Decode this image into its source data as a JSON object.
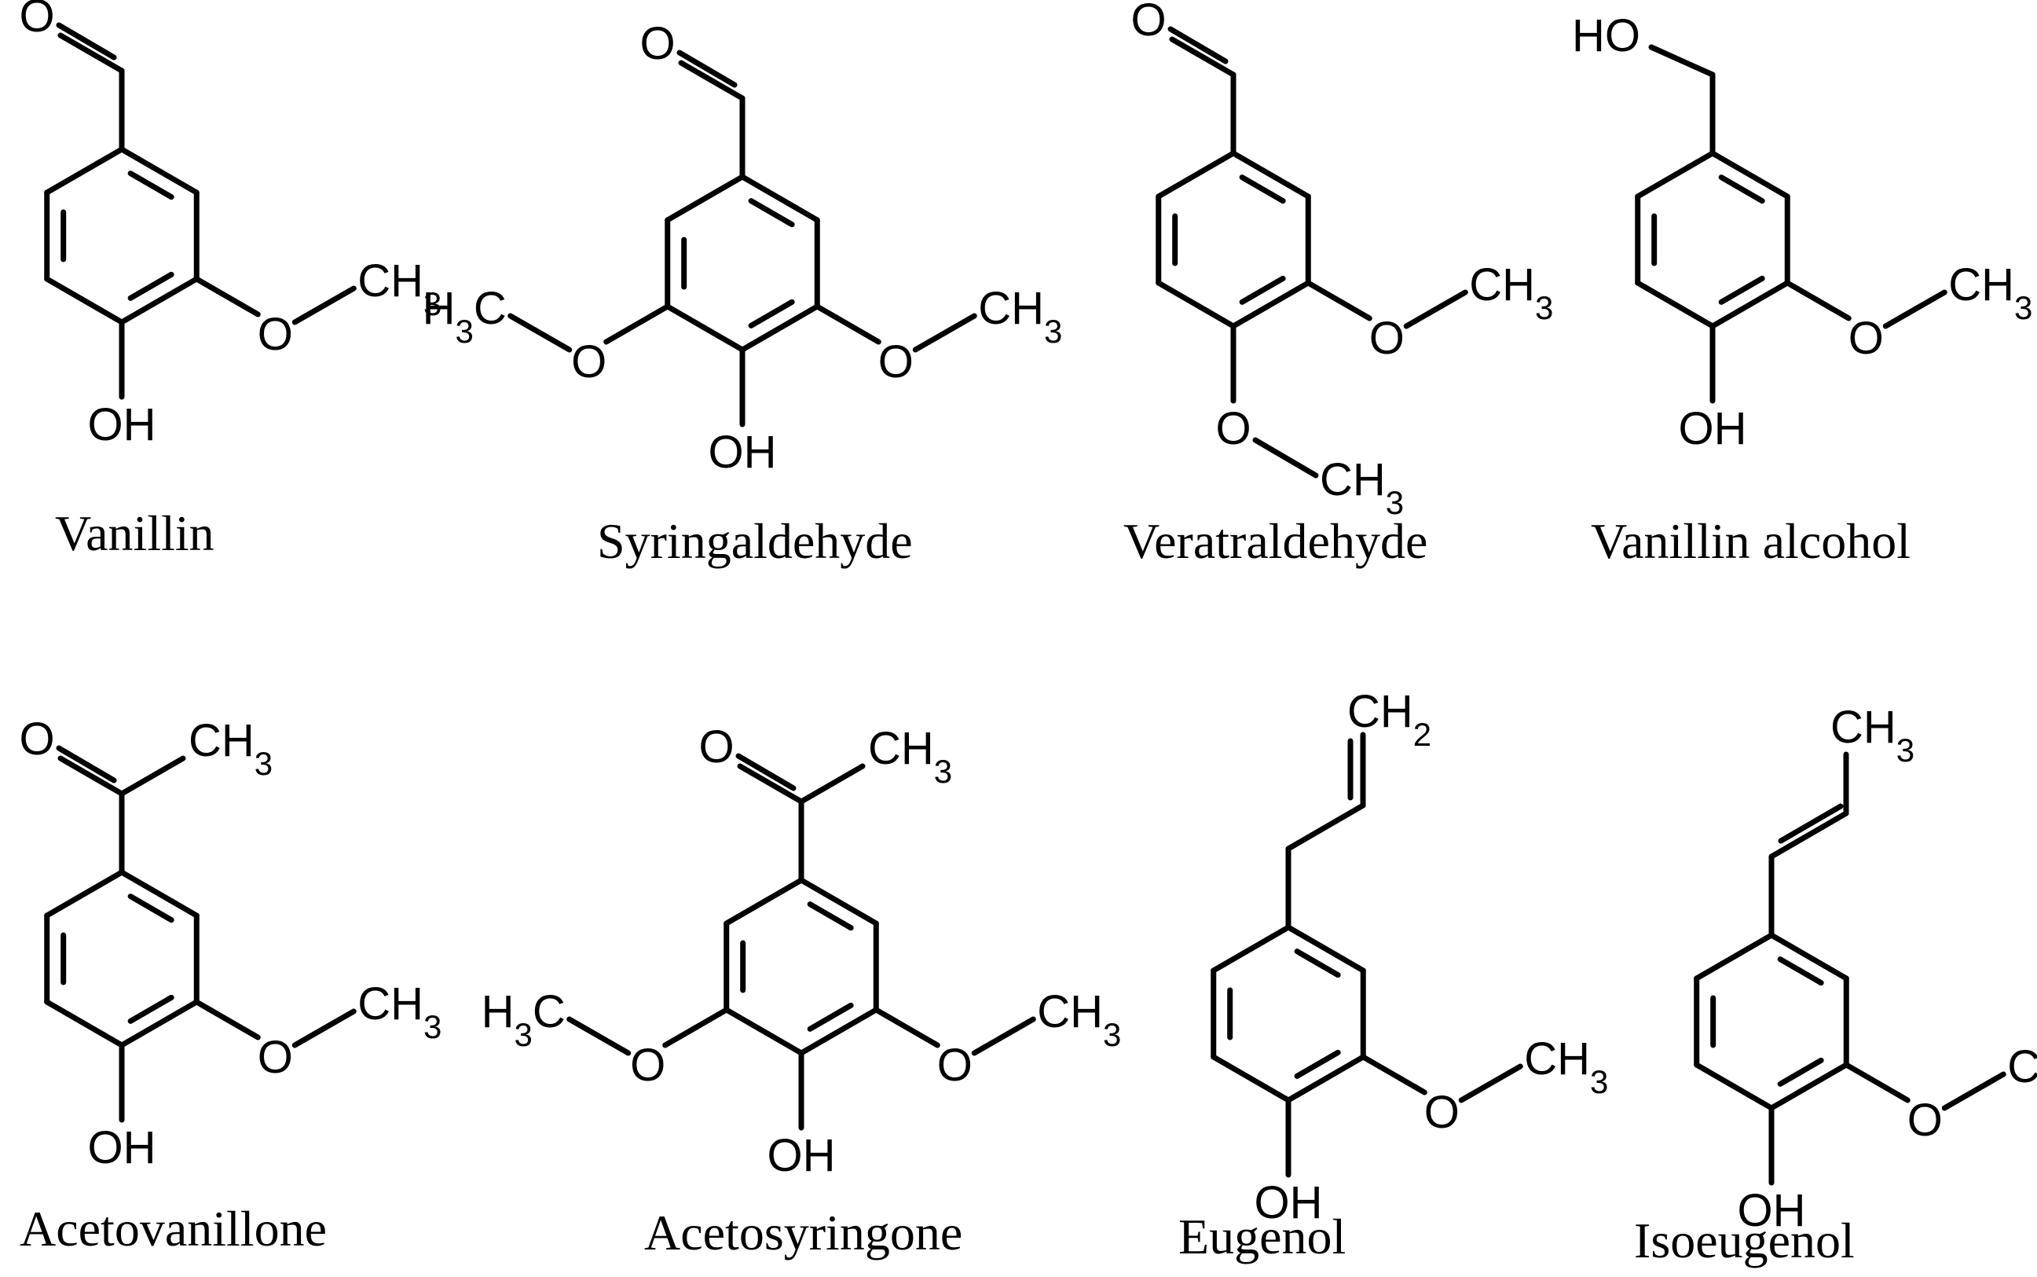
{
  "compounds": [
    {
      "name": "Vanillin",
      "top": "aldehyde",
      "left": "",
      "right": "methoxy",
      "para": "OH"
    },
    {
      "name": "Syringaldehyde",
      "top": "aldehyde",
      "left": "methoxy",
      "right": "methoxy",
      "para": "OH"
    },
    {
      "name": "Veratraldehyde",
      "top": "aldehyde",
      "left": "",
      "right": "methoxy",
      "para": "OMe"
    },
    {
      "name": "Vanillin alcohol",
      "top": "hydroxymethyl",
      "left": "",
      "right": "methoxy",
      "para": "OH"
    },
    {
      "name": "Acetovanillone",
      "top": "acetyl",
      "left": "",
      "right": "methoxy",
      "para": "OH"
    },
    {
      "name": "Acetosyringone",
      "top": "acetyl",
      "left": "methoxy",
      "right": "methoxy",
      "para": "OH"
    },
    {
      "name": "Eugenol",
      "top": "allyl",
      "left": "",
      "right": "methoxy",
      "para": "OH"
    },
    {
      "name": "Isoeugenol",
      "top": "propenyl",
      "left": "",
      "right": "methoxy",
      "para": "OH"
    }
  ],
  "atoms": {
    "O": "O",
    "OH": "OH",
    "HO": "HO",
    "CH": "CH",
    "H": "H",
    "C": "C",
    "sub3": "3",
    "sub2": "2"
  }
}
